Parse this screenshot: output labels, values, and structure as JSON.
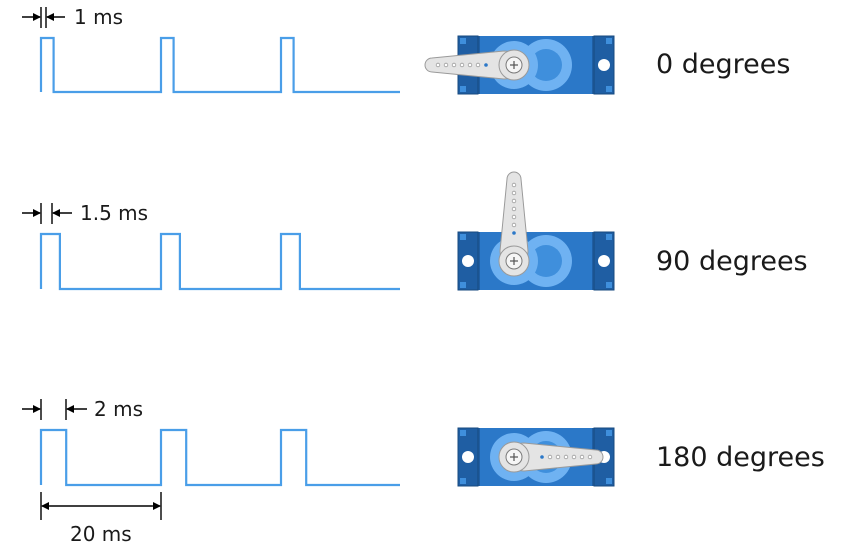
{
  "colors": {
    "wave": "#4a9ee8",
    "servo_body": "#2b78c8",
    "servo_body_dark": "#1f5ea3",
    "servo_face": "#3f8fdc",
    "hub_ring": "#6fb2f2",
    "horn": "#e4e4e4",
    "horn_edge": "#9a9a9a"
  },
  "rows": [
    {
      "pulse_label": "1 ms",
      "pulse_ms": 1,
      "angle_label": "0 degrees",
      "angle_deg": 0
    },
    {
      "pulse_label": "1.5 ms",
      "pulse_ms": 1.5,
      "angle_label": "90 degrees",
      "angle_deg": 90
    },
    {
      "pulse_label": "2 ms",
      "pulse_ms": 2,
      "angle_label": "180 degrees",
      "angle_deg": 180
    }
  ],
  "period": {
    "label": "20 ms",
    "ms": 20
  }
}
